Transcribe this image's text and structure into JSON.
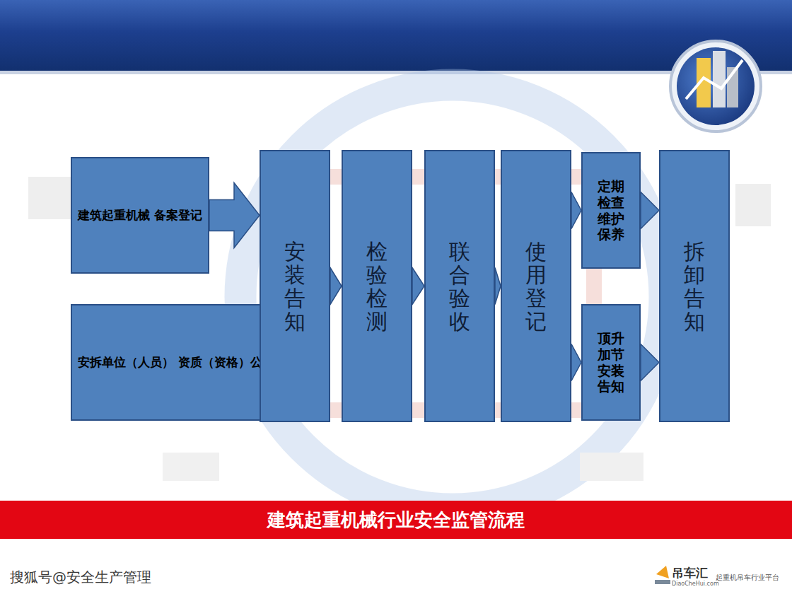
{
  "diagram": {
    "caption": "建筑起重机械行业安全监管流程",
    "nodes": [
      {
        "text": [
          "建筑起重机械 备案登记"
        ]
      },
      {
        "text": [
          "安拆单位（人员） 资质（资格）公示"
        ]
      },
      {
        "text": [
          "安装告知"
        ]
      },
      {
        "text": [
          "检验检测"
        ]
      },
      {
        "text": [
          "联合验收"
        ]
      },
      {
        "text": [
          "使用登记"
        ]
      },
      {
        "text": [
          "定期 检查 维护 保养"
        ]
      },
      {
        "text": [
          "顶升 加节 安装 告知"
        ]
      },
      {
        "text": [
          "拆卸告知"
        ]
      }
    ],
    "edges": [
      {
        "from": 0,
        "to": 2,
        "arrow": "to"
      },
      {
        "from": 1,
        "to": 2,
        "arrow": "to"
      },
      {
        "from": 2,
        "to": 3,
        "arrow": "to"
      },
      {
        "from": 3,
        "to": 4,
        "arrow": "to"
      },
      {
        "from": 4,
        "to": 5,
        "arrow": "to"
      },
      {
        "from": 5,
        "to": 6,
        "arrow": "to"
      },
      {
        "from": 5,
        "to": 7,
        "arrow": "to"
      },
      {
        "from": 6,
        "to": 8,
        "arrow": "to"
      },
      {
        "from": 7,
        "to": 8,
        "arrow": "to"
      }
    ],
    "labels": [
      "搜狐号@安全生产管理",
      "吊车汇",
      "DiaoCheHui.com",
      "起重机吊车行业平台"
    ]
  }
}
